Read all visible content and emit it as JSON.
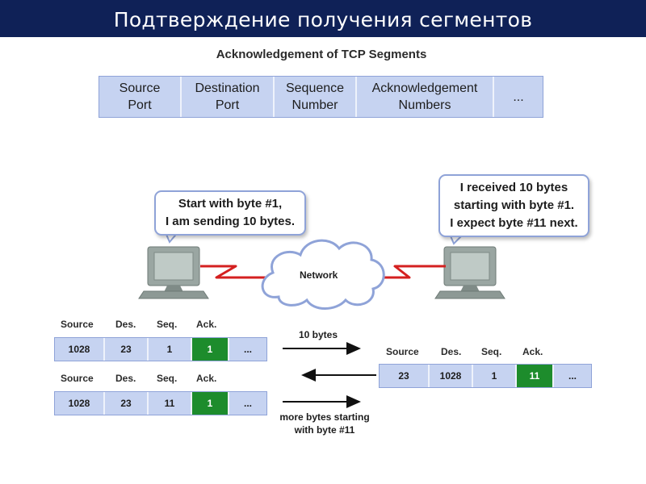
{
  "slide": {
    "title": "Подтверждение получения сегментов",
    "subtitle": "Acknowledgement of TCP Segments"
  },
  "header_fields": [
    {
      "label": "Source\nPort"
    },
    {
      "label": "Destination\nPort"
    },
    {
      "label": "Sequence\nNumber"
    },
    {
      "label": "Acknowledgement\nNumbers"
    },
    {
      "label": "..."
    }
  ],
  "sender_bubble": "Start with byte #1,\nI am sending 10 bytes.",
  "receiver_bubble": "I received 10 bytes\nstarting with byte #1.\nI expect byte #11 next.",
  "network_label": "Network",
  "column_labels": {
    "source": "Source",
    "des": "Des.",
    "seq": "Seq.",
    "ack": "Ack."
  },
  "segments": {
    "sent_1": {
      "source": "1028",
      "des": "23",
      "seq": "1",
      "ack": "1",
      "more": "..."
    },
    "reply": {
      "source": "23",
      "des": "1028",
      "seq": "1",
      "ack": "11",
      "more": "..."
    },
    "sent_2": {
      "source": "1028",
      "des": "23",
      "seq": "11",
      "ack": "1",
      "more": "..."
    }
  },
  "arrows": {
    "first": "10 bytes",
    "third": "more bytes starting\nwith byte #11"
  },
  "colors": {
    "title_bg": "#0f2157",
    "cell_fill": "#c6d3f1",
    "cell_border": "#8fa3d8",
    "ack_fill": "#1d8c2c",
    "link_red": "#d42020"
  }
}
